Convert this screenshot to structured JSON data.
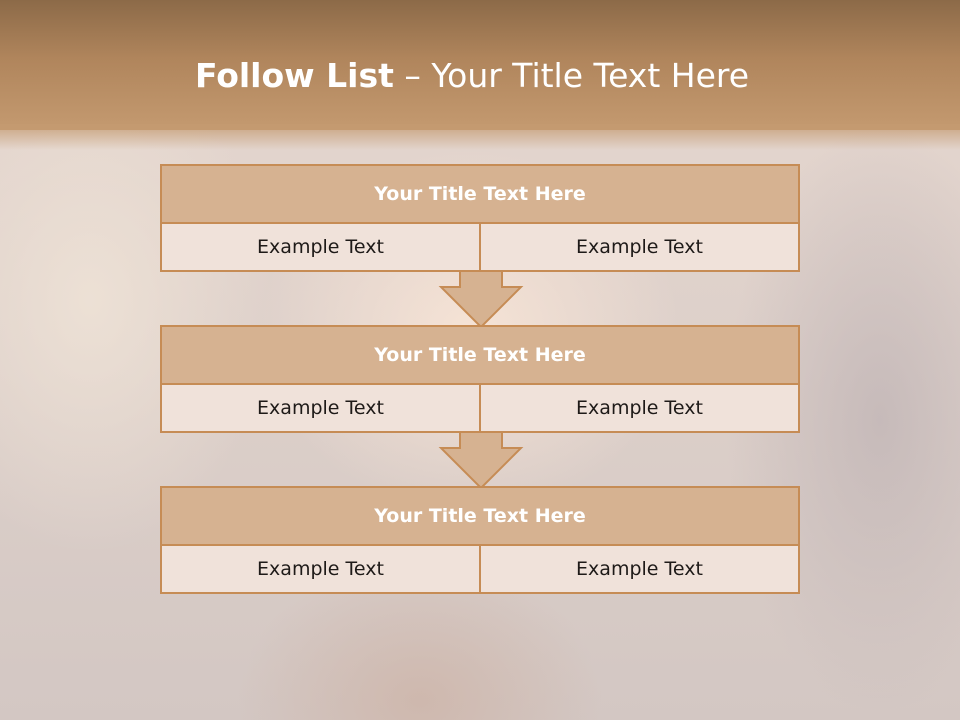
{
  "slide": {
    "title_bold": "Follow List",
    "title_rest": " – Your Title Text Here"
  },
  "steps": [
    {
      "title": "Your Title Text Here",
      "left": "Example Text",
      "right": "Example Text"
    },
    {
      "title": "Your Title Text Here",
      "left": "Example Text",
      "right": "Example Text"
    },
    {
      "title": "Your Title Text Here",
      "left": "Example Text",
      "right": "Example Text"
    }
  ],
  "colors": {
    "header": "#b0855c",
    "box_border": "#c68c55",
    "box_title_fill": "#d6b291",
    "arrow_fill": "#d6b291"
  }
}
